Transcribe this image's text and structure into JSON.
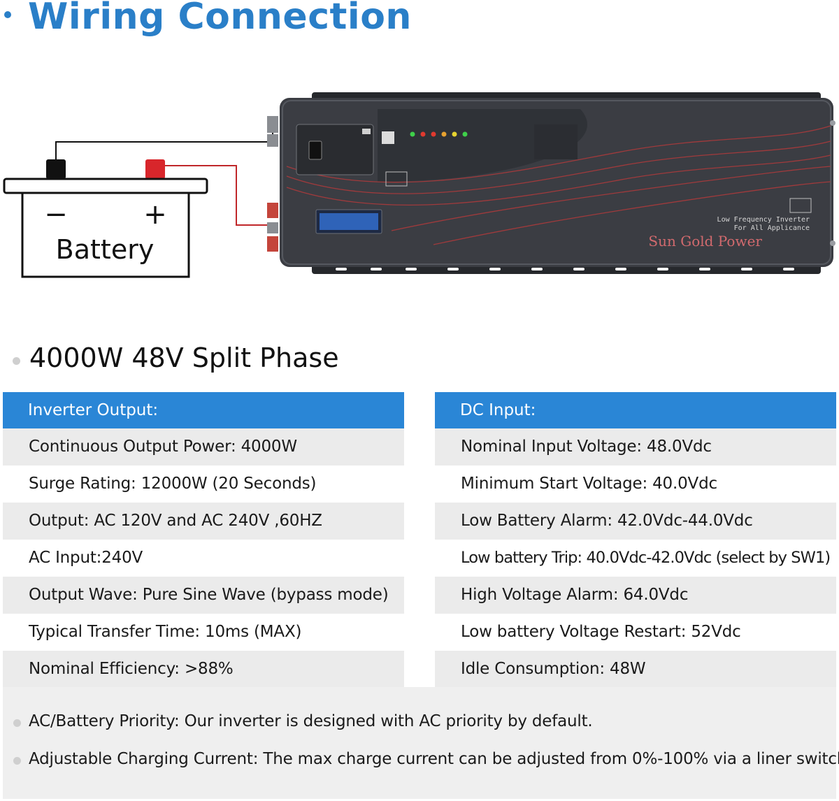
{
  "header": {
    "title": "Wiring Connection"
  },
  "diagram": {
    "battery_label": "Battery",
    "negative_symbol": "−",
    "positive_symbol": "+",
    "brand_text": "Sun Gold Power",
    "tagline_line1": "Low Frequency Inverter",
    "tagline_line2": "For All Applicance",
    "colors": {
      "device_body": "#3a3c42",
      "wire_negative": "#111111",
      "wire_positive": "#c0282a",
      "lcd": "#2f63b8"
    }
  },
  "subtitle": "4000W 48V Split Phase",
  "inverter_output": {
    "header": "Inverter Output:",
    "rows": [
      "Continuous Output Power: 4000W",
      "Surge Rating: 12000W (20 Seconds)",
      "Output: AC 120V and AC 240V ,60HZ",
      "AC Input:240V",
      "Output Wave: Pure Sine Wave (bypass mode)",
      "Typical Transfer Time: 10ms (MAX)",
      "Nominal Efficiency: >88%"
    ]
  },
  "dc_input": {
    "header": "DC Input:",
    "rows": [
      "Nominal Input Voltage: 48.0Vdc",
      "Minimum Start Voltage: 40.0Vdc",
      "Low Battery Alarm: 42.0Vdc-44.0Vdc",
      "Low battery Trip: 40.0Vdc-42.0Vdc (select by SW1)",
      "High Voltage Alarm: 64.0Vdc",
      "Low battery Voltage Restart: 52Vdc",
      "Idle Consumption: 48W"
    ]
  },
  "notes": [
    "AC/Battery Priority: Our inverter is designed with AC priority by default.",
    "Adjustable Charging Current: The max charge current can be adjusted from 0%-100% via a liner switch."
  ],
  "colors": {
    "accent": "#2a7fc8",
    "header_bar": "#2a86d6",
    "stripe": "#ebebeb"
  }
}
